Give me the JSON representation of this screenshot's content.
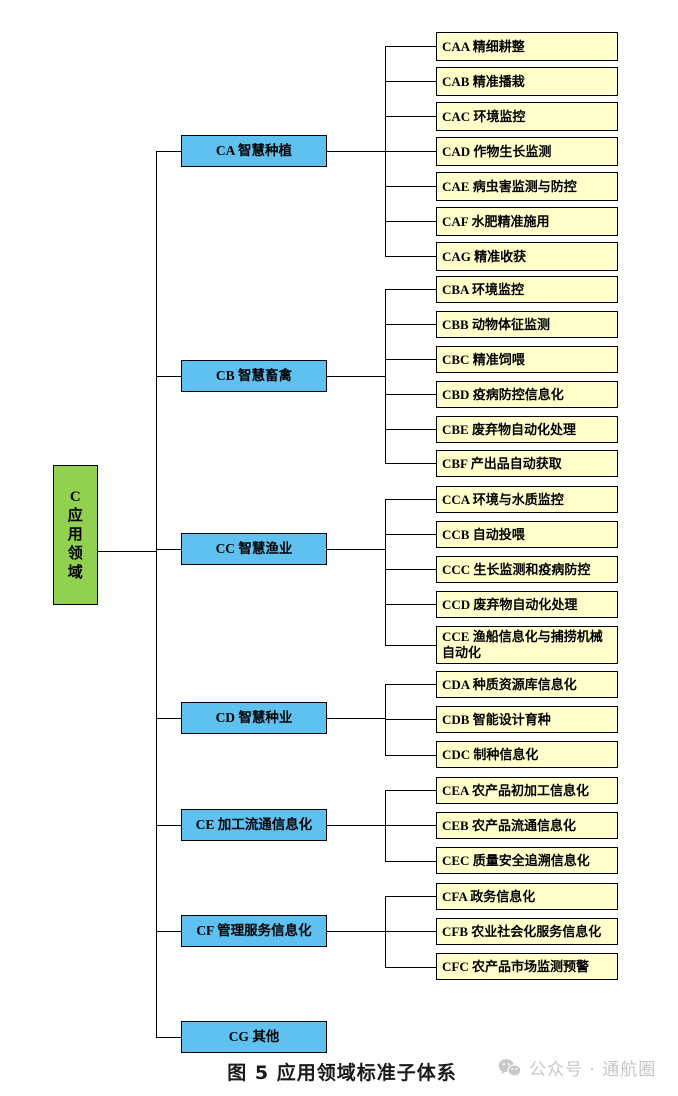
{
  "figure": {
    "caption": "图 5  应用领域标准子体系",
    "root": {
      "label": "C\n应\n用\n领\n域",
      "color": "#92d050"
    },
    "colors": {
      "root_fill": "#92d050",
      "level2_fill": "#5ec1f0",
      "leaf_fill": "#ffffcc",
      "stroke": "#000000",
      "watermark_text": "#c7c7c7"
    },
    "branches": [
      {
        "id": "CA",
        "label": "CA 智慧种植",
        "children": [
          {
            "id": "CAA",
            "label": "CAA 精细耕整"
          },
          {
            "id": "CAB",
            "label": "CAB 精准播栽"
          },
          {
            "id": "CAC",
            "label": "CAC 环境监控"
          },
          {
            "id": "CAD",
            "label": "CAD 作物生长监测"
          },
          {
            "id": "CAE",
            "label": "CAE 病虫害监测与防控"
          },
          {
            "id": "CAF",
            "label": "CAF 水肥精准施用"
          },
          {
            "id": "CAG",
            "label": "CAG 精准收获"
          }
        ]
      },
      {
        "id": "CB",
        "label": "CB 智慧畜禽",
        "children": [
          {
            "id": "CBA",
            "label": "CBA 环境监控"
          },
          {
            "id": "CBB",
            "label": "CBB 动物体征监测"
          },
          {
            "id": "CBC",
            "label": "CBC 精准饲喂"
          },
          {
            "id": "CBD",
            "label": "CBD 疫病防控信息化"
          },
          {
            "id": "CBE",
            "label": "CBE 废弃物自动化处理"
          },
          {
            "id": "CBF",
            "label": "CBF 产出品自动获取"
          }
        ]
      },
      {
        "id": "CC",
        "label": "CC 智慧渔业",
        "children": [
          {
            "id": "CCA",
            "label": "CCA 环境与水质监控"
          },
          {
            "id": "CCB",
            "label": "CCB 自动投喂"
          },
          {
            "id": "CCC",
            "label": "CCC 生长监测和疫病防控"
          },
          {
            "id": "CCD",
            "label": "CCD 废弃物自动化处理"
          },
          {
            "id": "CCE",
            "label": "CCE 渔船信息化与捕捞机械自动化"
          }
        ]
      },
      {
        "id": "CD",
        "label": "CD 智慧种业",
        "children": [
          {
            "id": "CDA",
            "label": "CDA 种质资源库信息化"
          },
          {
            "id": "CDB",
            "label": "CDB 智能设计育种"
          },
          {
            "id": "CDC",
            "label": "CDC 制种信息化"
          }
        ]
      },
      {
        "id": "CE",
        "label": "CE 加工流通信息化",
        "children": [
          {
            "id": "CEA",
            "label": "CEA 农产品初加工信息化"
          },
          {
            "id": "CEB",
            "label": "CEB 农产品流通信息化"
          },
          {
            "id": "CEC",
            "label": "CEC 质量安全追溯信息化"
          }
        ]
      },
      {
        "id": "CF",
        "label": "CF 管理服务信息化",
        "children": [
          {
            "id": "CFA",
            "label": "CFA 政务信息化"
          },
          {
            "id": "CFB",
            "label": "CFB 农业社会化服务信息化"
          },
          {
            "id": "CFC",
            "label": "CFC 农产品市场监测预警"
          }
        ]
      },
      {
        "id": "CG",
        "label": "CG 其他",
        "children": []
      }
    ]
  },
  "watermark": {
    "text": "公众号 · 通航圈",
    "icon": "wechat-icon"
  }
}
